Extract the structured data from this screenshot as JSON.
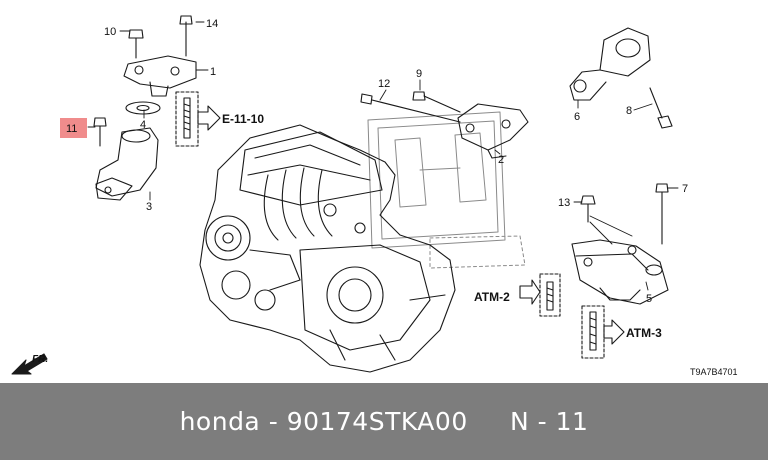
{
  "diagram": {
    "callouts": {
      "c1": "1",
      "c2": "2",
      "c3": "3",
      "c4": "4",
      "c5": "5",
      "c6": "6",
      "c7": "7",
      "c8": "8",
      "c9": "9",
      "c10": "10",
      "c11": "11",
      "c12": "12",
      "c13": "13",
      "c14": "14"
    },
    "refs": {
      "e1110": "E-11-10",
      "atm2": "ATM-2",
      "atm3": "ATM-3"
    },
    "front_label": "FR.",
    "diagram_code": "T9A7B4701",
    "colors": {
      "highlight": "#f08c8c",
      "line": "#1a1a1a",
      "footer_bg": "#7d7d7d"
    }
  },
  "footer": {
    "brand": "honda",
    "sep1": " - ",
    "part_number": "90174STKA00",
    "gap": "     ",
    "position_label": "N - 11"
  }
}
